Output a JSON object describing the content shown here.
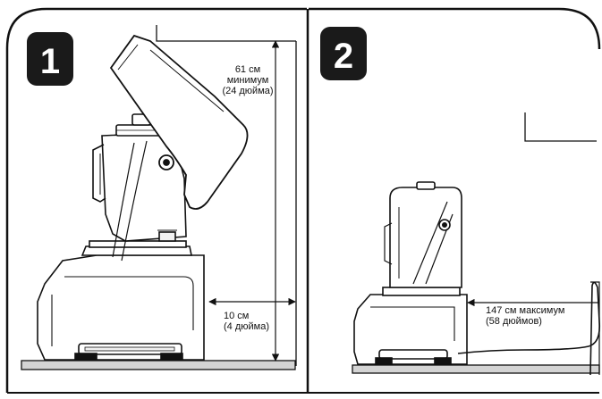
{
  "panels": [
    {
      "step_number": "1",
      "height_label": [
        "61 см",
        "минимум",
        "(24 дюйма)"
      ],
      "clearance_label": [
        "10 см",
        "(4 дюйма)"
      ]
    },
    {
      "step_number": "2",
      "distance_label": [
        "147 см максимум",
        "(58 дюймов)"
      ]
    }
  ],
  "colors": {
    "ink": "#111111",
    "outline": "#1a1a1a",
    "badge": "#1a1a1a",
    "paper": "#ffffff",
    "counter_fill": "#d4d4d4",
    "light_shade": "#f1f1f1"
  }
}
